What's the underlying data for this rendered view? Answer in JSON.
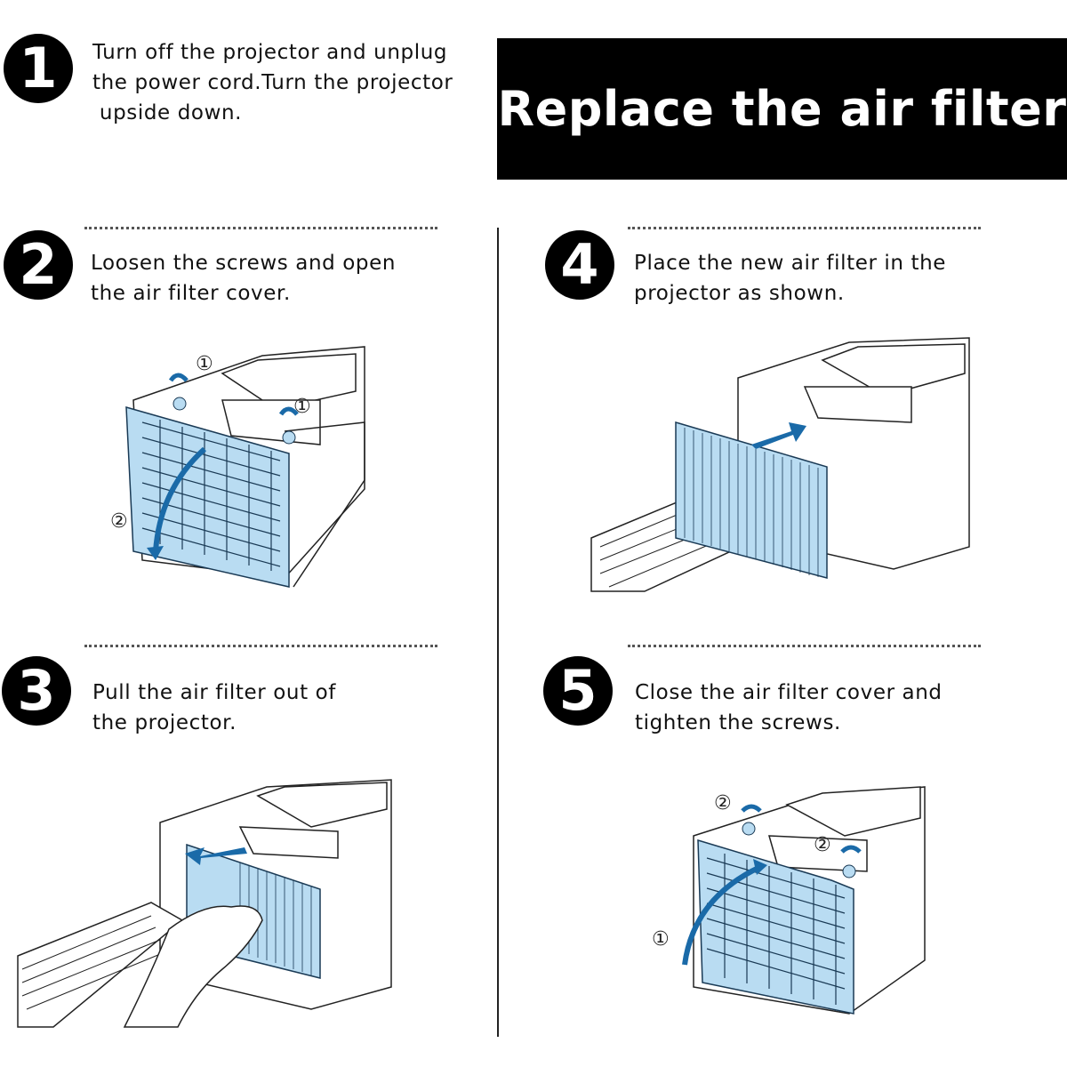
{
  "title": "Replace the air filter",
  "steps": [
    {
      "number": "1",
      "text_lines": [
        "Turn off the projector and unplug",
        "the power cord.Turn the projector",
        " upside down."
      ]
    },
    {
      "number": "2",
      "text_lines": [
        "Loosen the screws and open",
        "the air filter cover."
      ],
      "callouts": [
        "①",
        "①",
        "②"
      ]
    },
    {
      "number": "3",
      "text_lines": [
        "Pull the air filter out of",
        "the projector."
      ]
    },
    {
      "number": "4",
      "text_lines": [
        "Place the new air filter in the",
        "projector as shown."
      ]
    },
    {
      "number": "5",
      "text_lines": [
        "Close the air filter cover and",
        "tighten the screws."
      ],
      "callouts": [
        "②",
        "②",
        "①"
      ]
    }
  ],
  "colors": {
    "accent_blue": "#1a6aa8",
    "filter_blue": "#b9dcf2",
    "badge": "#000000"
  }
}
